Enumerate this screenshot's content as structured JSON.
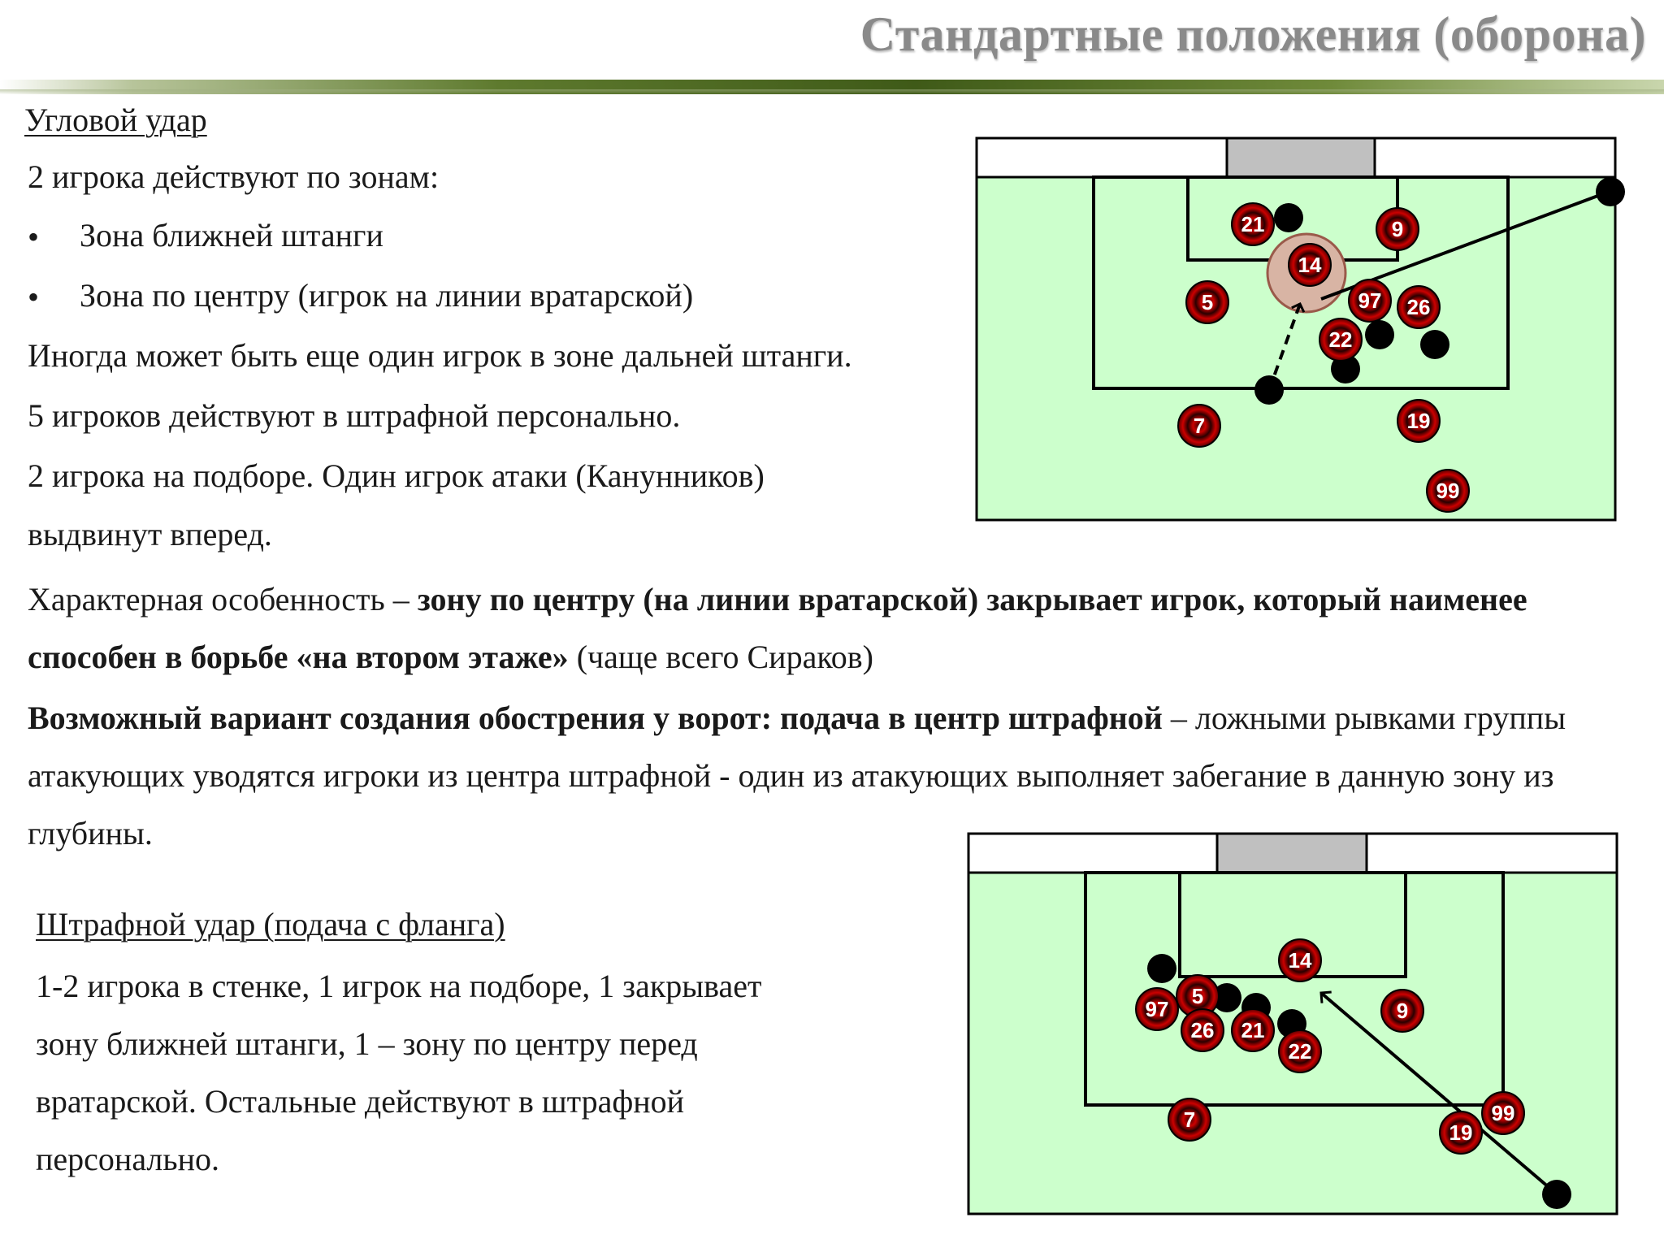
{
  "title": "Стандартные положения (оборона)",
  "corner": {
    "heading": "Угловой удар",
    "intro": "2 игрока действуют по зонам:",
    "bullets": [
      "Зона ближней штанги",
      "Зона по центру (игрок на линии вратарской)"
    ],
    "line1": "Иногда может быть еще один игрок в зоне дальней штанги.",
    "line2": "5 игроков действуют в штрафной персонально.",
    "line3a": "2 игрока на подборе. Один игрок атаки (Канунников)",
    "line3b": "выдвинут вперед.",
    "feature": {
      "prefix": "Характерная особенность – ",
      "bold": "зону по центру (на линии вратарской) закрывает игрок, который наименее способен в борьбе «на втором этаже»",
      "suffix": " (чаще всего Сираков)"
    },
    "variant": {
      "bold": "Возможный вариант создания обострения у ворот: подача в центр штрафной",
      "rest": " – ложными рывками группы атакующих уводятся игроки из центра штрафной - один из атакующих выполняет забегание в данную зону из глубины."
    },
    "diagram_players": [
      "21",
      "9",
      "14",
      "5",
      "97",
      "26",
      "22",
      "7",
      "19",
      "99"
    ]
  },
  "freekick": {
    "heading": "Штрафной удар (подача с фланга)",
    "lines": [
      "1-2 игрока в стенке, 1 игрок на подборе, 1 закрывает",
      "зону ближней штанги, 1 – зону по центру перед",
      "вратарской. Остальные действуют в штрафной",
      "персонально."
    ],
    "diagram_players": [
      "14",
      "5",
      "97",
      "26",
      "21",
      "9",
      "22",
      "7",
      "19",
      "99"
    ]
  },
  "colors": {
    "pitch": "#ccffcc",
    "goal": "#c0c0c0",
    "player_red": "#cc0000",
    "attacker": "#000000",
    "title_gray": "#8a8a8a",
    "rule_green": "#4a6a20"
  }
}
